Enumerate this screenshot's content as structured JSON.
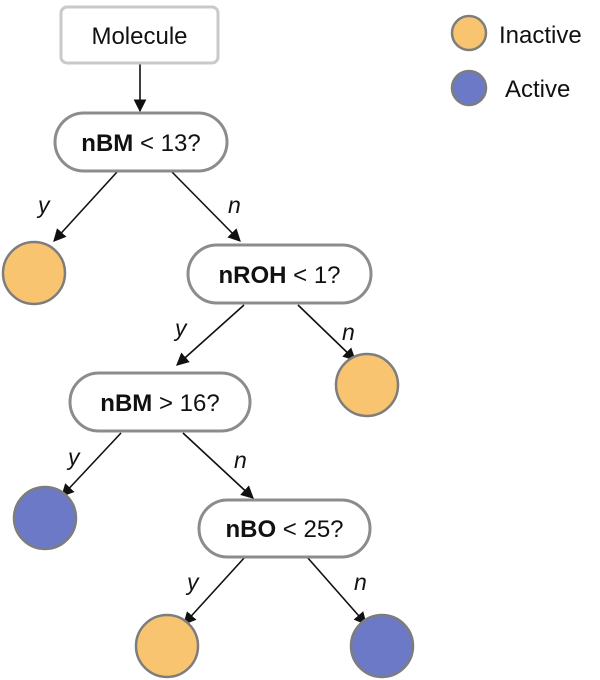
{
  "root": {
    "label": "Molecule"
  },
  "nodes": {
    "n1": {
      "variable": "nBM",
      "condition": " < 13?"
    },
    "n2": {
      "variable": "nROH",
      "condition": " < 1?"
    },
    "n3": {
      "variable": "nBM",
      "condition": " > 16?"
    },
    "n4": {
      "variable": "nBO",
      "condition": " < 25?"
    }
  },
  "branch_labels": {
    "yes": "y",
    "no": "n"
  },
  "leaves": {
    "l1": "Inactive",
    "l2": "Inactive",
    "l3": "Active",
    "l4": "Inactive",
    "l5": "Active"
  },
  "legend": [
    {
      "label": "Inactive",
      "color": "#f9c46f"
    },
    {
      "label": "Active",
      "color": "#6c79c7"
    }
  ],
  "colors": {
    "Inactive": "#f9c46f",
    "Active": "#6c79c7"
  }
}
